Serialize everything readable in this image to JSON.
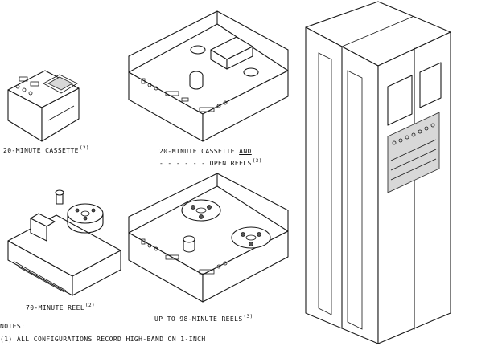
{
  "labels": {
    "cassette20": {
      "text": "20-MINUTE CASSETTE",
      "ref": "(2)"
    },
    "cassette_open_line1": "20-MINUTE CASSETTE",
    "cassette_open_line1_underlined": "AND",
    "cassette_open_line2": "- - - - - -  OPEN REELS",
    "cassette_open_ref": "(3)",
    "reel70": {
      "text": "70-MINUTE REEL",
      "ref": "(2)"
    },
    "reels98": {
      "text": "UP TO 98-MINUTE REELS",
      "ref": "(3)"
    }
  },
  "notes": {
    "heading": "NOTES:",
    "items": [
      "(1) ALL CONFIGURATIONS RECORD HIGH-BAND ON 1-INCH"
    ]
  }
}
